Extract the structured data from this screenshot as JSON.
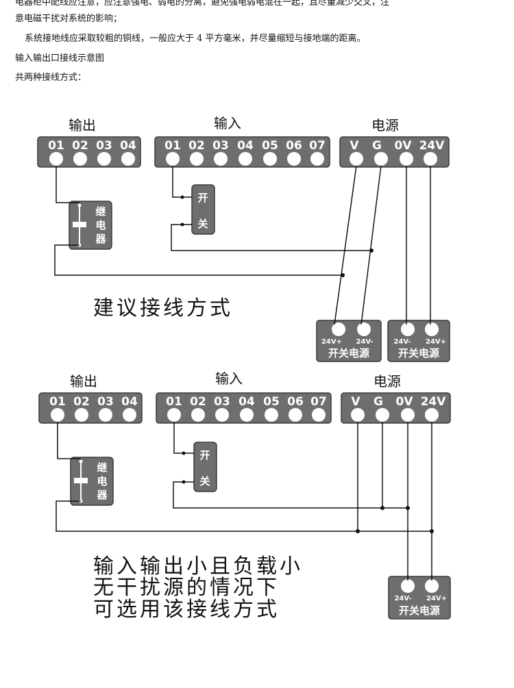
{
  "text": {
    "line1": "电器柜中配线应注意，应注意强电、弱电的分离，避免强电弱电混在一起，且尽量减少交叉，注",
    "line2": "意电磁干扰对系统的影响；",
    "line3": "系统接地线应采取较粗的铜线，一般应大于 4 平方毫米，并尽量缩短与接地端的距离。",
    "line4": "输入输出口接线示意图",
    "line5": "共两种接线方式："
  },
  "diagram1": {
    "output_label": "输出",
    "input_label": "输入",
    "power_label": "电源",
    "output_terminals": [
      "01",
      "02",
      "03",
      "04"
    ],
    "input_terminals": [
      "01",
      "02",
      "03",
      "04",
      "05",
      "06",
      "07"
    ],
    "power_terminals": [
      "V",
      "G",
      "0V",
      "24V"
    ],
    "relay_chars": [
      "继",
      "电",
      "器"
    ],
    "switch_chars": [
      "开",
      "关"
    ],
    "psu_a": {
      "plus": "24V+",
      "minus": "24V-",
      "name": "开关电源"
    },
    "psu_b": {
      "minus": "24V-",
      "plus": "24V+",
      "name": "开关电源"
    },
    "caption": "建议接线方式"
  },
  "diagram2": {
    "output_label": "输出",
    "input_label": "输入",
    "power_label": "电源",
    "output_terminals": [
      "01",
      "02",
      "03",
      "04"
    ],
    "input_terminals": [
      "01",
      "02",
      "03",
      "04",
      "05",
      "06",
      "07"
    ],
    "power_terminals": [
      "V",
      "G",
      "0V",
      "24V"
    ],
    "relay_chars": [
      "继",
      "电",
      "器"
    ],
    "switch_chars": [
      "开",
      "关"
    ],
    "psu": {
      "minus": "24V-",
      "plus": "24V+",
      "name": "开关电源"
    },
    "caption_lines": [
      "输入输出小且负载小",
      "无干扰源的情况下",
      "可选用该接线方式"
    ]
  }
}
